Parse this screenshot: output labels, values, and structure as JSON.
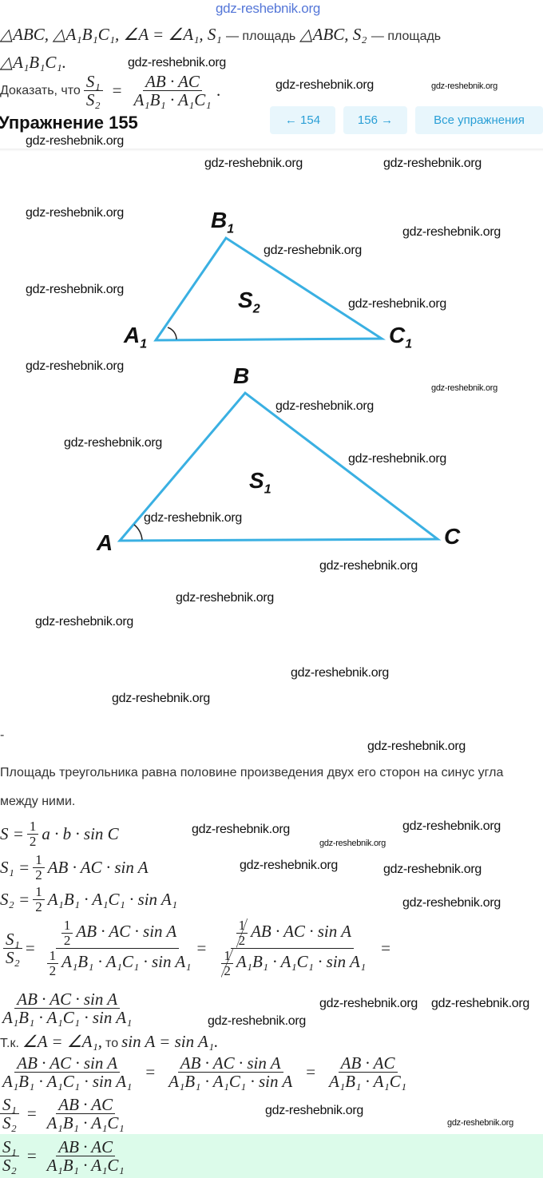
{
  "watermark": "gdz-reshebnik.org",
  "problem": {
    "line1_math": "△ABC, △A₁B₁C₁, ∠A = ∠A₁, S₁",
    "line1_word": "— площадь",
    "line1_math2": "△ABC, S₂",
    "line1_word2": "— площадь",
    "line2_math": "△A₁B₁C₁.",
    "prove_label": "Доказать, что",
    "S1": "S₁",
    "S2": "S₂",
    "eq": "=",
    "rhs_num": "AB · AC",
    "rhs_den": "A₁B₁ · A₁C₁",
    "dot": "."
  },
  "header": {
    "title": "Упражнение 155",
    "prev_label": "← 154",
    "next_label": "156 →",
    "all_label": "Все упражнения"
  },
  "figure": {
    "triangle1": {
      "labels": {
        "A": "A",
        "Asub": "1",
        "B": "B",
        "Bsub": "1",
        "C": "C",
        "Csub": "1",
        "S": "S",
        "Ssub": "2"
      }
    },
    "triangle2": {
      "labels": {
        "A": "A",
        "B": "B",
        "C": "C",
        "S": "S",
        "Ssub": "1"
      }
    },
    "stroke": "#3ab0e2"
  },
  "solution": {
    "dash": "-",
    "rule": "Площадь треугольника равна половине произведения двух его сторон на синус угла между ними.",
    "f1_lhs": "S =",
    "f1_rhs": "a · b · sin C",
    "f2_lhs": "S₁ =",
    "f2_rhs": "AB · AC · sin A",
    "f3_lhs": "S₂ =",
    "f3_rhs": "A₁B₁ · A₁C₁ · sin A₁",
    "half_num": "1",
    "half_den": "2",
    "ratio_num": "AB · AC · sin A",
    "ratio_den": "A₁B₁ · A₁C₁ · sin A₁",
    "ratio_den2": "A₁B₁ · A₁C₁ · sin A",
    "since_label": "Т.к.",
    "since_math": "∠A = ∠A₁,",
    "since_to": "то",
    "since_math2": "sin A = sin A₁.",
    "final_num": "AB · AC",
    "final_den": "A₁B₁ · A₁C₁"
  },
  "answer_bg": "#dcfbea"
}
